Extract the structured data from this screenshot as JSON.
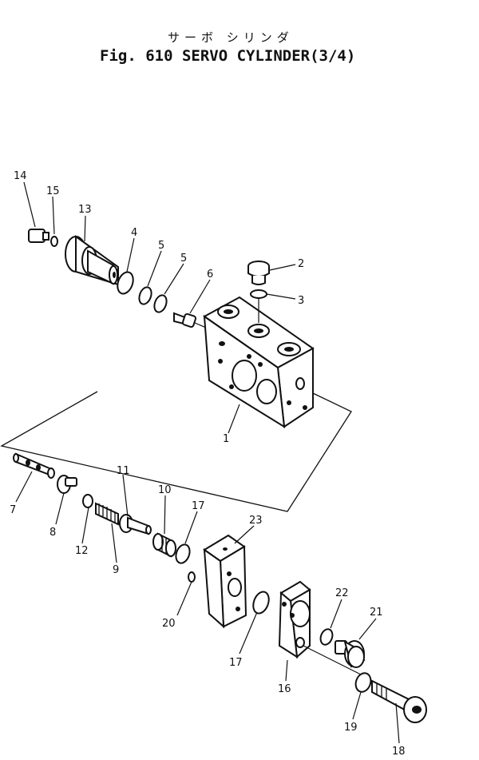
{
  "header": {
    "katakana": "サーボ シリンダ",
    "title": "Fig. 610 SERVO CYLINDER(3/4)"
  },
  "callouts": {
    "p1": "1",
    "p2": "2",
    "p3": "3",
    "p4": "4",
    "p5a": "5",
    "p5b": "5",
    "p6": "6",
    "p7": "7",
    "p8": "8",
    "p9": "9",
    "p10": "10",
    "p11": "11",
    "p12": "12",
    "p13": "13",
    "p14": "14",
    "p15": "15",
    "p16": "16",
    "p17a": "17",
    "p17b": "17",
    "p18": "18",
    "p19": "19",
    "p20": "20",
    "p21": "21",
    "p22": "22",
    "p23": "23"
  }
}
